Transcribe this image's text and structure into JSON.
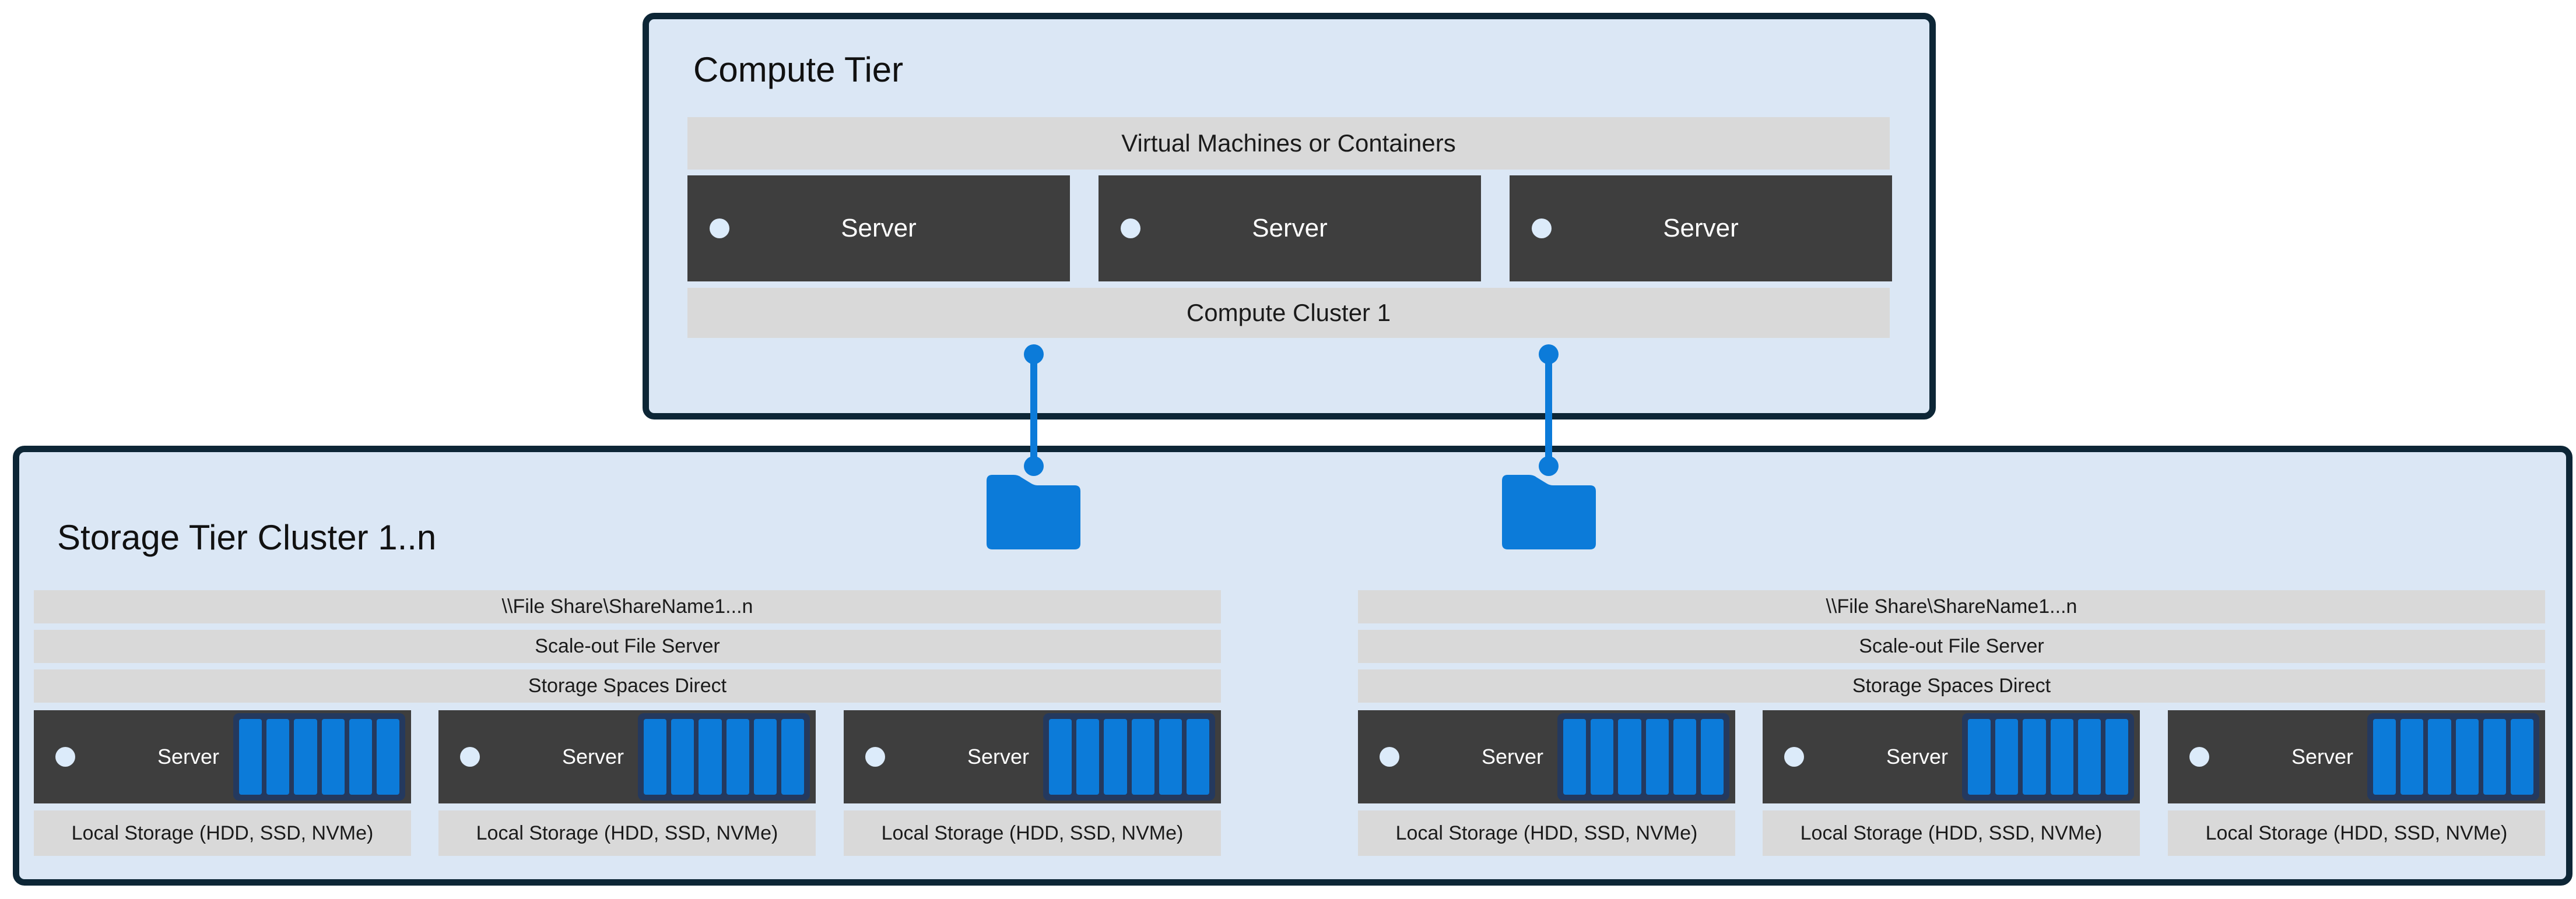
{
  "colors": {
    "accent_blue": "#0c7bd9",
    "tier_box_fill": "#dbe7f5",
    "tier_box_border": "#0d2636",
    "bar_gray": "#d9d9d9",
    "server_dark": "#3e3e3e",
    "disk_frame_navy": "#24395e",
    "text_dark": "#1b1b1b",
    "text_light": "#ffffff"
  },
  "compute_tier": {
    "title": "Compute Tier",
    "vm_bar": "Virtual Machines or Containers",
    "servers": [
      "Server",
      "Server",
      "Server"
    ],
    "cluster_bar": "Compute Cluster 1"
  },
  "storage_tier": {
    "title": "Storage Tier Cluster 1..n",
    "clusters": [
      {
        "file_share": "\\\\File Share\\ShareName1...n",
        "scale_out": "Scale-out File Server",
        "spaces_direct": "Storage Spaces Direct",
        "servers": [
          "Server",
          "Server",
          "Server"
        ],
        "local_storage": [
          "Local Storage (HDD, SSD, NVMe)",
          "Local Storage (HDD, SSD, NVMe)",
          "Local Storage (HDD, SSD, NVMe)"
        ]
      },
      {
        "file_share": "\\\\File Share\\ShareName1...n",
        "scale_out": "Scale-out File Server",
        "spaces_direct": "Storage Spaces Direct",
        "servers": [
          "Server",
          "Server",
          "Server"
        ],
        "local_storage": [
          "Local Storage (HDD, SSD, NVMe)",
          "Local Storage (HDD, SSD, NVMe)",
          "Local Storage (HDD, SSD, NVMe)"
        ]
      }
    ]
  }
}
